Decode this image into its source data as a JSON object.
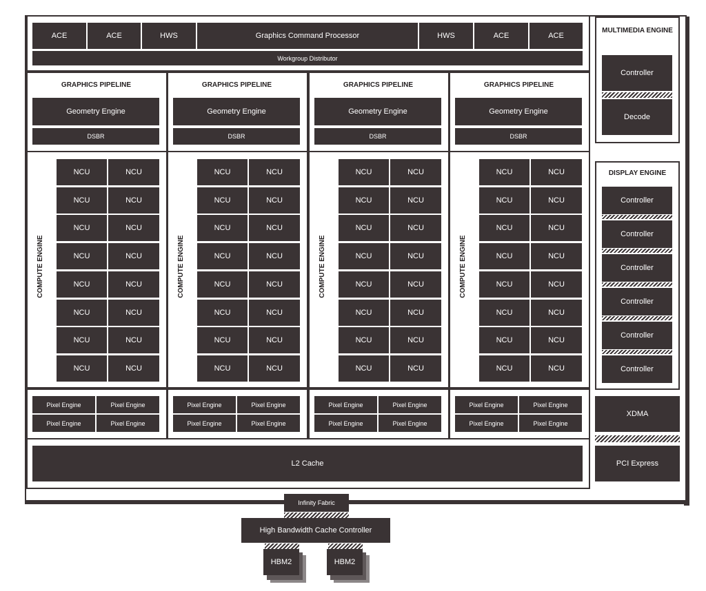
{
  "top": {
    "ace_label": "ACE",
    "hws_label": "HWS",
    "command_processor": "Graphics Command Processor",
    "workgroup_distributor": "Workgroup Distributor"
  },
  "pipeline": {
    "title": "GRAPHICS PIPELINE",
    "geometry_engine": "Geometry Engine",
    "dsbr": "DSBR"
  },
  "compute": {
    "title": "COMPUTE ENGINE",
    "ncu_label": "NCU"
  },
  "pixel_engine_label": "Pixel Engine",
  "l2_cache": "L2 Cache",
  "multimedia": {
    "title": "MULTIMEDIA ENGINE",
    "controller": "Controller",
    "decode": "Decode"
  },
  "display": {
    "title": "DISPLAY ENGINE",
    "controller": "Controller"
  },
  "xdma": "XDMA",
  "pci_express": "PCI Express",
  "infinity_fabric": "Infinity Fabric",
  "hbcc": "High Bandwidth Cache Controller",
  "hbm2_label": "HBM2"
}
